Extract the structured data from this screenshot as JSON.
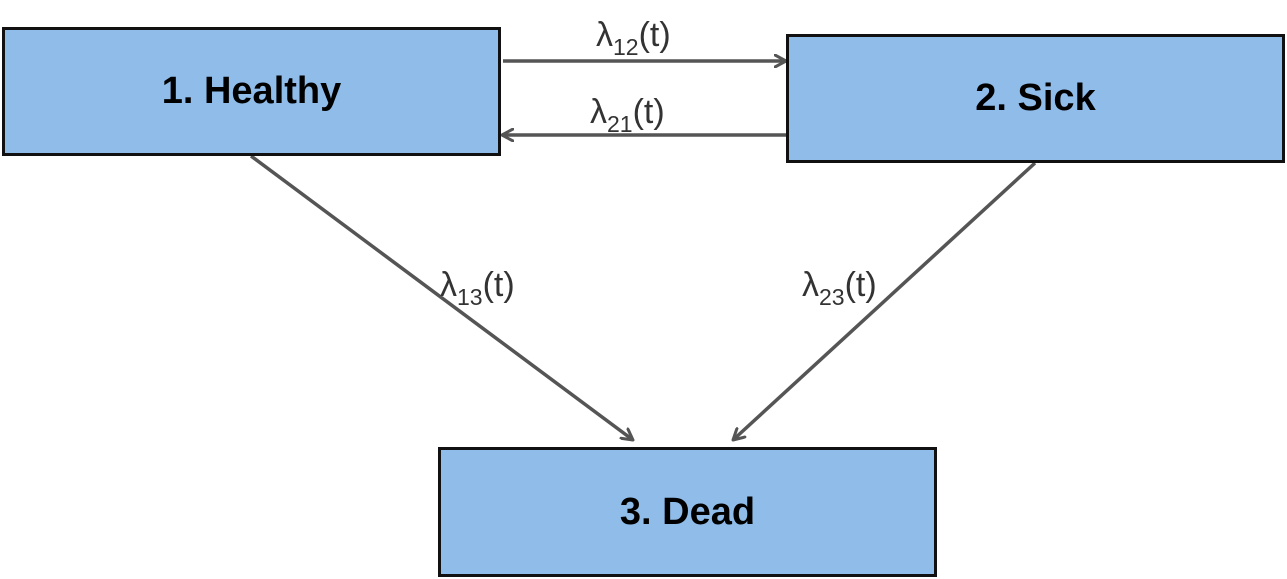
{
  "diagram": {
    "states": {
      "healthy": "1. Healthy",
      "sick": "2. Sick",
      "dead": "3. Dead"
    },
    "transitions": {
      "healthy_to_sick": {
        "symbol": "λ",
        "index": "12",
        "arg": "(t)"
      },
      "sick_to_healthy": {
        "symbol": "λ",
        "index": "21",
        "arg": "(t)"
      },
      "healthy_to_dead": {
        "symbol": "λ",
        "index": "13",
        "arg": "(t)"
      },
      "sick_to_dead": {
        "symbol": "λ",
        "index": "23",
        "arg": "(t)"
      }
    },
    "colors": {
      "box_fill": "#8fbce9",
      "box_border": "#111111",
      "arrow": "#555555",
      "label": "#333333"
    }
  }
}
